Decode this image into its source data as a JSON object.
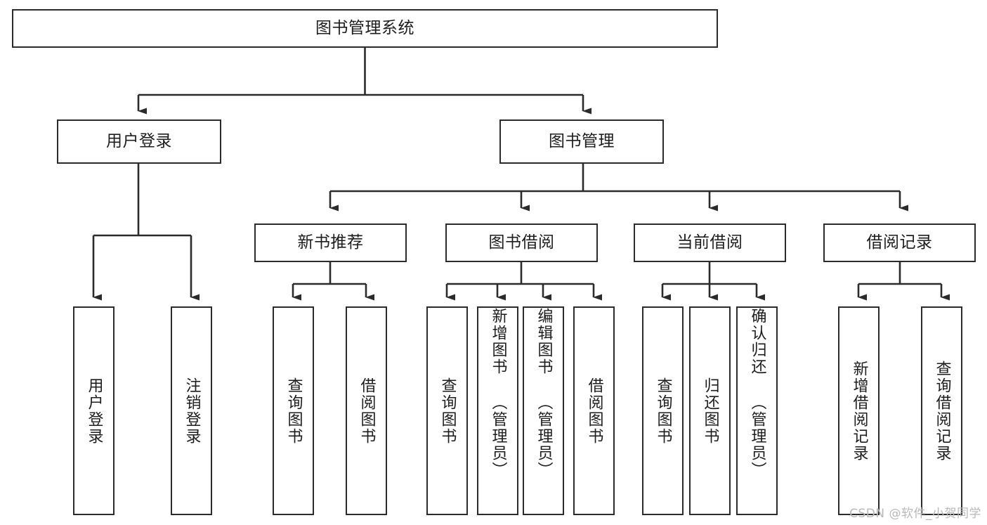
{
  "diagram": {
    "title": "图书管理系统",
    "type": "tree-hierarchy-diagram",
    "colors": {
      "box_border": "#2b2b2b",
      "box_fill": "#ffffff",
      "line": "#2b2b2b",
      "text": "#1d1d1d",
      "watermark": "#b8b8b8",
      "background": "#ffffff"
    },
    "watermark": "CSDN @软件_小贺同学",
    "nodes": {
      "root": {
        "label": "图书管理系统"
      },
      "level2": [
        {
          "id": "user-login",
          "label": "用户登录"
        },
        {
          "id": "book-manage",
          "label": "图书管理"
        }
      ],
      "level3": [
        {
          "id": "new-book-recommend",
          "label": "新书推荐"
        },
        {
          "id": "book-borrow",
          "label": "图书借阅"
        },
        {
          "id": "current-borrow",
          "label": "当前借阅"
        },
        {
          "id": "borrow-record",
          "label": "借阅记录"
        }
      ],
      "leaves": {
        "user_login": [
          {
            "id": "leaf-user-login",
            "label": "用户登录"
          },
          {
            "id": "leaf-logout-login",
            "label": "注销登录"
          }
        ],
        "new_book_recommend": [
          {
            "id": "leaf-query-book-1",
            "label": "查询图书"
          },
          {
            "id": "leaf-borrow-book-1",
            "label": "借阅图书"
          }
        ],
        "book_borrow": [
          {
            "id": "leaf-query-book-2",
            "label": "查询图书"
          },
          {
            "id": "leaf-add-book",
            "label": "新增图书 （管理员）"
          },
          {
            "id": "leaf-edit-book",
            "label": "编辑图书 （管理员）"
          },
          {
            "id": "leaf-borrow-book-2",
            "label": "借阅图书"
          }
        ],
        "current_borrow": [
          {
            "id": "leaf-query-book-3",
            "label": "查询图书"
          },
          {
            "id": "leaf-return-book",
            "label": "归还图书"
          },
          {
            "id": "leaf-confirm-return",
            "label": "确认归还 （管理员）"
          }
        ],
        "borrow_record": [
          {
            "id": "leaf-add-record",
            "label": "新增借阅记录"
          },
          {
            "id": "leaf-query-record",
            "label": "查询借阅记录"
          }
        ]
      }
    }
  }
}
